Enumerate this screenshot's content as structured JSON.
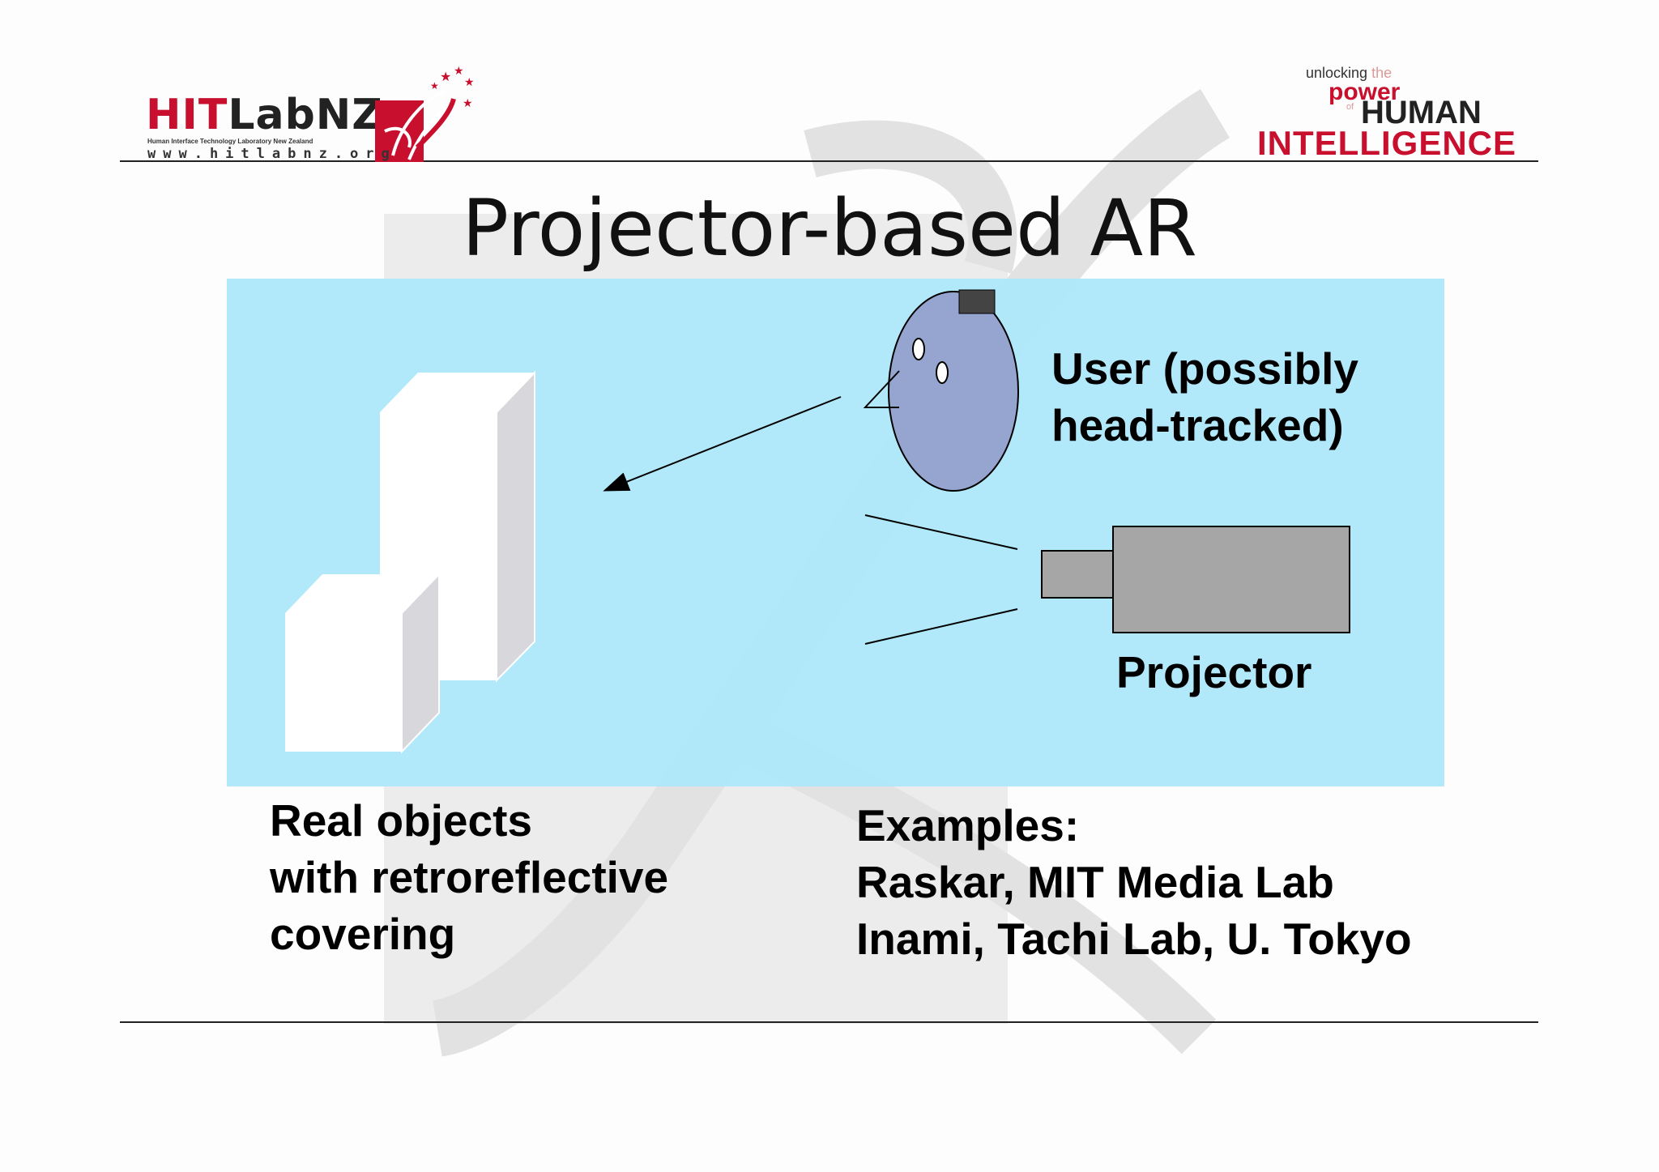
{
  "header": {
    "logo_left": {
      "brand_red": "HIT",
      "brand_dark": "LabNZ",
      "subtitle": "Human Interface Technology Laboratory New Zealand",
      "url": "www.hitlabnz.org"
    },
    "tagline": {
      "unlocking": "unlocking",
      "the": "the",
      "power": "power",
      "of": "of",
      "human": "HUMAN",
      "intelligence": "INTELLIGENCE"
    }
  },
  "slide": {
    "title": "Projector-based AR"
  },
  "diagram": {
    "user_label": [
      "User (possibly",
      "head-tracked)"
    ],
    "projector_label": "Projector",
    "objects_caption": [
      "Real objects",
      "with retroreflective",
      "covering"
    ],
    "examples_caption": [
      "Examples:",
      "Raskar, MIT Media Lab",
      "Inami, Tachi Lab, U. Tokyo"
    ]
  },
  "colors": {
    "brand_red": "#c8102e",
    "panel_blue": "#b0e8fa",
    "head_fill": "#96a5cf",
    "projector_gray": "#a6a6a6",
    "box_side_gray": "#d8d8dc"
  }
}
